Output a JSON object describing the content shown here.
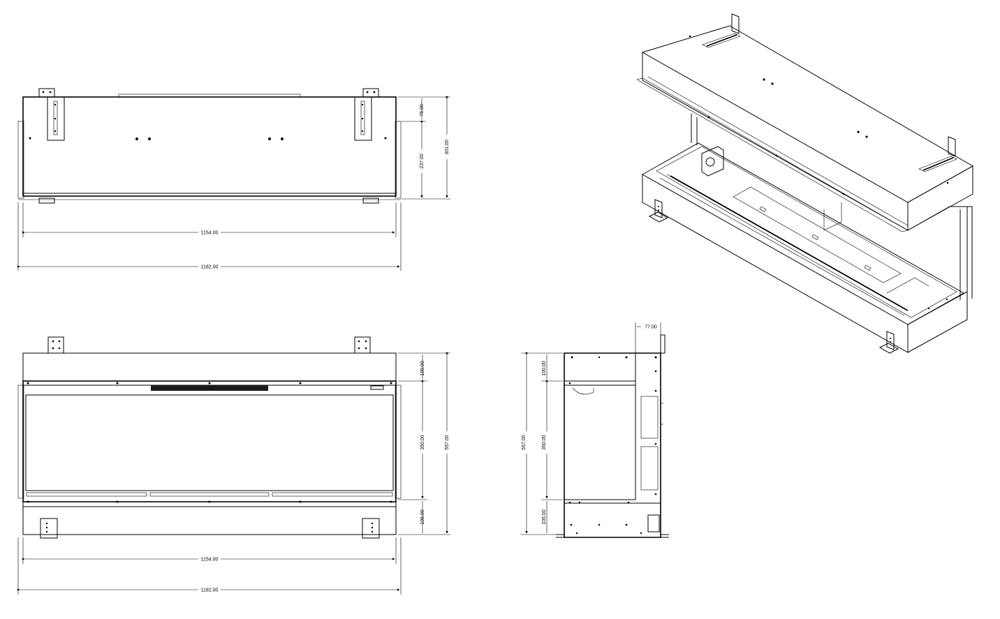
{
  "dimensions": {
    "top_inner_width": "1154.00",
    "top_outer_width": "1182.00",
    "top_height_76": "76.00",
    "top_height_237": "237.00",
    "top_height_301": "301.00",
    "front_top_100": "100.00",
    "front_mid_350": "350.00",
    "front_bottom_105": "105.00",
    "front_total_557": "557.00",
    "front_inner_width": "1154.00",
    "front_outer_width": "1182.00",
    "side_offset_77": "77.00",
    "side_top_100": "100.00",
    "side_mid_350": "350.00",
    "side_bottom_105": "105.00",
    "side_total_557": "557.00"
  },
  "colors": {
    "line": "#000000",
    "background": "#ffffff"
  }
}
